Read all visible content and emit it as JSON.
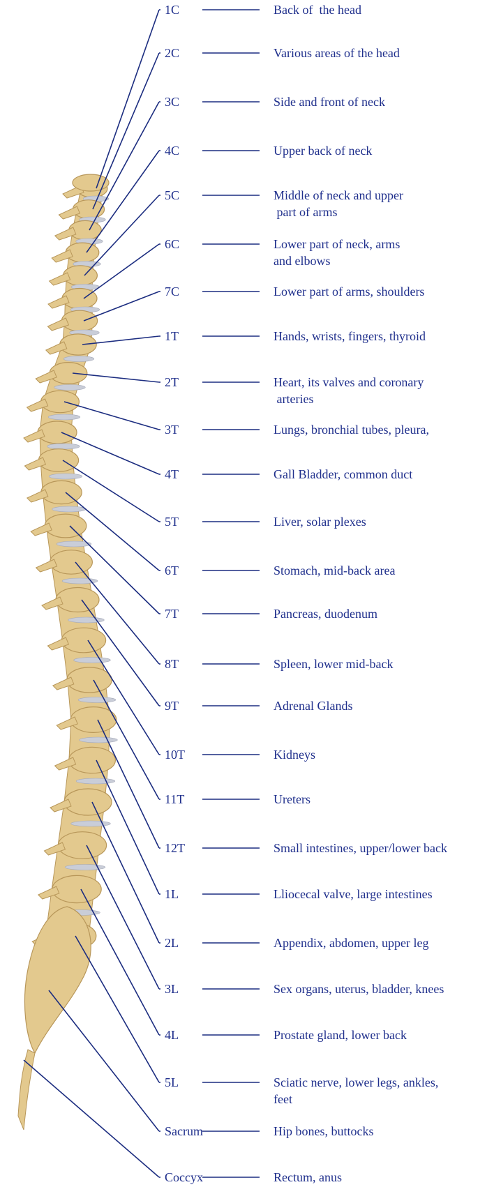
{
  "colors": {
    "text": "#1f2f8c",
    "lines": "#1c2d80",
    "bone": "#e3c98e",
    "bone_shadow": "#b8975a",
    "disc": "#c9cdd8"
  },
  "vertebrae": [
    {
      "label": "1C",
      "description": [
        "Back of  the head"
      ]
    },
    {
      "label": "2C",
      "description": [
        "Various areas of the head"
      ]
    },
    {
      "label": "3C",
      "description": [
        "Side and front of neck"
      ]
    },
    {
      "label": "4C",
      "description": [
        "Upper back of neck"
      ]
    },
    {
      "label": "5C",
      "description": [
        "Middle of neck and upper",
        " part of arms"
      ]
    },
    {
      "label": "6C",
      "description": [
        "Lower part of neck, arms",
        "and elbows"
      ]
    },
    {
      "label": "7C",
      "description": [
        "Lower part of arms, shoulders"
      ]
    },
    {
      "label": "1T",
      "description": [
        "Hands, wrists, fingers, thyroid"
      ]
    },
    {
      "label": "2T",
      "description": [
        "Heart, its valves and coronary",
        " arteries"
      ]
    },
    {
      "label": "3T",
      "description": [
        "Lungs, bronchial tubes, pleura,"
      ]
    },
    {
      "label": "4T",
      "description": [
        "Gall Bladder, common duct"
      ]
    },
    {
      "label": "5T",
      "description": [
        "Liver, solar plexes"
      ]
    },
    {
      "label": "6T",
      "description": [
        "Stomach, mid-back area"
      ]
    },
    {
      "label": "7T",
      "description": [
        "Pancreas, duodenum"
      ]
    },
    {
      "label": "8T",
      "description": [
        "Spleen, lower mid-back"
      ]
    },
    {
      "label": "9T",
      "description": [
        "Adrenal Glands"
      ]
    },
    {
      "label": "10T",
      "description": [
        "Kidneys"
      ]
    },
    {
      "label": "11T",
      "description": [
        "Ureters"
      ]
    },
    {
      "label": "12T",
      "description": [
        "Small intestines, upper/lower back"
      ]
    },
    {
      "label": "1L",
      "description": [
        "Lliocecal valve, large intestines"
      ]
    },
    {
      "label": "2L",
      "description": [
        "Appendix, abdomen, upper leg"
      ]
    },
    {
      "label": "3L",
      "description": [
        "Sex organs, uterus, bladder, knees"
      ]
    },
    {
      "label": "4L",
      "description": [
        "Prostate gland, lower back"
      ]
    },
    {
      "label": "5L",
      "description": [
        "Sciatic nerve, lower legs, ankles,",
        "feet"
      ]
    },
    {
      "label": "Sacrum",
      "description": [
        "Hip bones, buttocks"
      ]
    },
    {
      "label": "Coccyx",
      "description": [
        "Rectum, anus"
      ]
    }
  ]
}
